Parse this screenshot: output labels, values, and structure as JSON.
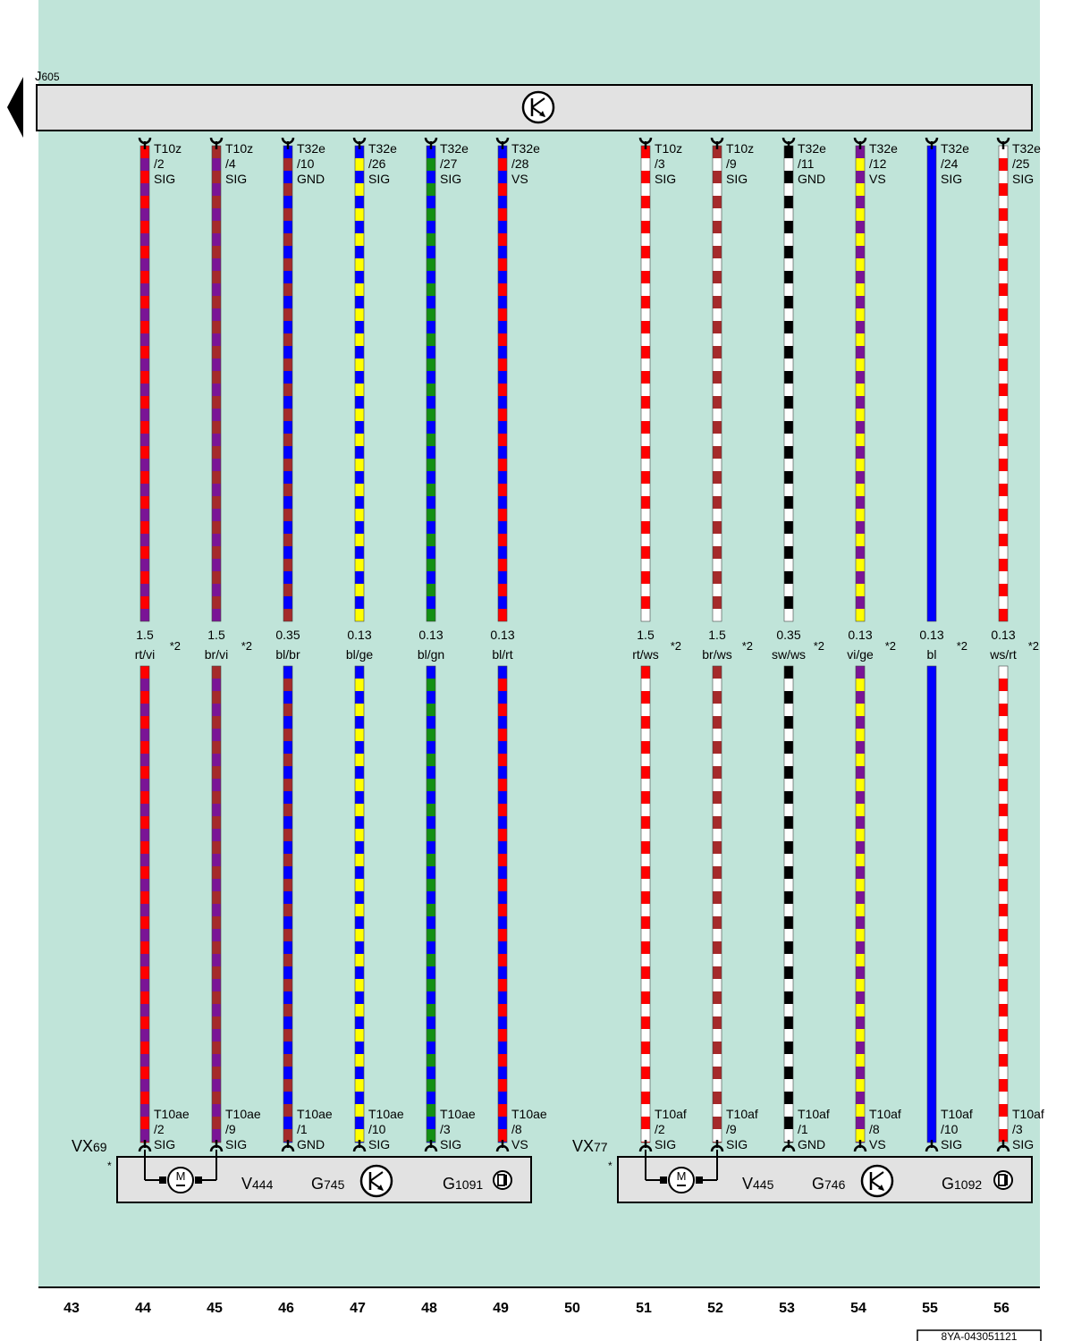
{
  "module_top": {
    "label": "J",
    "sub": "605"
  },
  "wires": [
    {
      "top_conn": "T10z",
      "top_pin": "/2",
      "top_fn": "SIG",
      "size": "1.5",
      "color_code": "rt/vi",
      "note": "*2",
      "bot_conn": "T10ae",
      "bot_pin": "/2",
      "bot_fn": "SIG",
      "colors": [
        "#ff0000",
        "#7a1496"
      ]
    },
    {
      "top_conn": "T10z",
      "top_pin": "/4",
      "top_fn": "SIG",
      "size": "1.5",
      "color_code": "br/vi",
      "note": "*2",
      "bot_conn": "T10ae",
      "bot_pin": "/9",
      "bot_fn": "SIG",
      "colors": [
        "#a52a2a",
        "#7a1496"
      ]
    },
    {
      "top_conn": "T32e",
      "top_pin": "/10",
      "top_fn": "GND",
      "size": "0.35",
      "color_code": "bl/br",
      "note": "",
      "bot_conn": "T10ae",
      "bot_pin": "/1",
      "bot_fn": "GND",
      "colors": [
        "#0000ff",
        "#a52a2a"
      ]
    },
    {
      "top_conn": "T32e",
      "top_pin": "/26",
      "top_fn": "SIG",
      "size": "0.13",
      "color_code": "bl/ge",
      "note": "",
      "bot_conn": "T10ae",
      "bot_pin": "/10",
      "bot_fn": "SIG",
      "colors": [
        "#0000ff",
        "#ffff00"
      ]
    },
    {
      "top_conn": "T32e",
      "top_pin": "/27",
      "top_fn": "SIG",
      "size": "0.13",
      "color_code": "bl/gn",
      "note": "",
      "bot_conn": "T10ae",
      "bot_pin": "/3",
      "bot_fn": "SIG",
      "colors": [
        "#0000ff",
        "#138f13"
      ]
    },
    {
      "top_conn": "T32e",
      "top_pin": "/28",
      "top_fn": "VS",
      "size": "0.13",
      "color_code": "bl/rt",
      "note": "",
      "bot_conn": "T10ae",
      "bot_pin": "/8",
      "bot_fn": "VS",
      "colors": [
        "#0000ff",
        "#ff0000"
      ]
    },
    {
      "top_conn": "T10z",
      "top_pin": "/3",
      "top_fn": "SIG",
      "size": "1.5",
      "color_code": "rt/ws",
      "note": "*2",
      "bot_conn": "T10af",
      "bot_pin": "/2",
      "bot_fn": "SIG",
      "colors": [
        "#ff0000",
        "#ffffff"
      ]
    },
    {
      "top_conn": "T10z",
      "top_pin": "/9",
      "top_fn": "SIG",
      "size": "1.5",
      "color_code": "br/ws",
      "note": "*2",
      "bot_conn": "T10af",
      "bot_pin": "/9",
      "bot_fn": "SIG",
      "colors": [
        "#a52a2a",
        "#ffffff"
      ]
    },
    {
      "top_conn": "T32e",
      "top_pin": "/11",
      "top_fn": "GND",
      "size": "0.35",
      "color_code": "sw/ws",
      "note": "*2",
      "bot_conn": "T10af",
      "bot_pin": "/1",
      "bot_fn": "GND",
      "colors": [
        "#000000",
        "#ffffff"
      ]
    },
    {
      "top_conn": "T32e",
      "top_pin": "/12",
      "top_fn": "VS",
      "size": "0.13",
      "color_code": "vi/ge",
      "note": "*2",
      "bot_conn": "T10af",
      "bot_pin": "/8",
      "bot_fn": "VS",
      "colors": [
        "#7a1496",
        "#ffff00"
      ]
    },
    {
      "top_conn": "T32e",
      "top_pin": "/24",
      "top_fn": "SIG",
      "size": "0.13",
      "color_code": "bl",
      "note": "*2",
      "bot_conn": "T10af",
      "bot_pin": "/10",
      "bot_fn": "SIG",
      "colors": [
        "#0000ff"
      ]
    },
    {
      "top_conn": "T32e",
      "top_pin": "/25",
      "top_fn": "SIG",
      "size": "0.13",
      "color_code": "ws/rt",
      "note": "*2",
      "bot_conn": "T10af",
      "bot_pin": "/3",
      "bot_fn": "SIG",
      "colors": [
        "#ffffff",
        "#ff0000"
      ]
    }
  ],
  "bottom_modules": [
    {
      "label": "VX",
      "sub": "69",
      "star": "*",
      "motor_letter": "M",
      "v_label": "V",
      "v_sub": "444",
      "g1_label": "G",
      "g1_sub": "745",
      "g2_label": "G",
      "g2_sub": "1091"
    },
    {
      "label": "VX",
      "sub": "77",
      "star": "*",
      "motor_letter": "M",
      "v_label": "V",
      "v_sub": "445",
      "g1_label": "G",
      "g1_sub": "746",
      "g2_label": "G",
      "g2_sub": "1092"
    }
  ],
  "grid_numbers": [
    "43",
    "44",
    "45",
    "46",
    "47",
    "48",
    "49",
    "50",
    "51",
    "52",
    "53",
    "54",
    "55",
    "56"
  ],
  "doc_id": "8YA-043051121",
  "colors": {
    "background": "#c0e4d9",
    "module_fill": "#e2e2e2",
    "outline": "#000000"
  }
}
